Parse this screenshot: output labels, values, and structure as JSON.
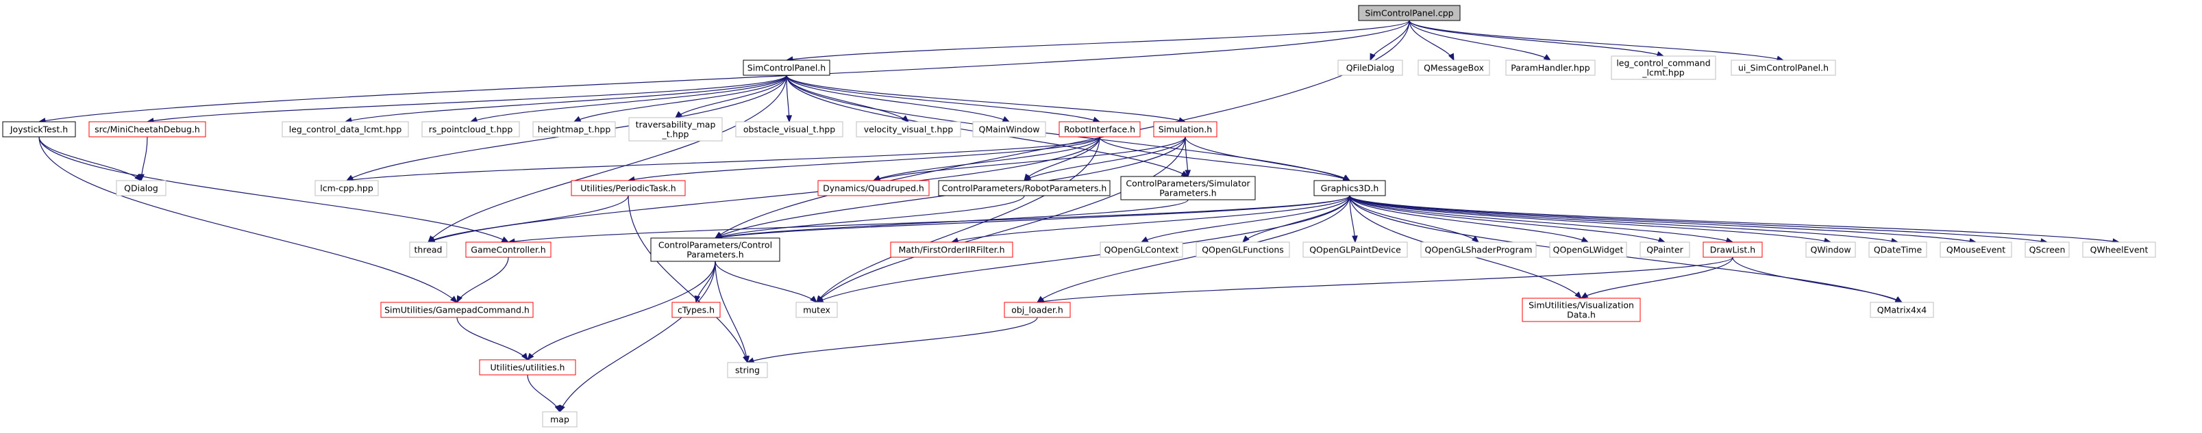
{
  "diagram": {
    "type": "include-dependency-graph",
    "nodes": [
      {
        "id": "simcontrolpanel_cpp",
        "lines": [
          "SimControlPanel.cpp"
        ],
        "style": "root"
      },
      {
        "id": "joysticktest_h",
        "lines": [
          "JoystickTest.h"
        ],
        "style": "documented"
      },
      {
        "id": "simcontrolpanel_h",
        "lines": [
          "SimControlPanel.h"
        ],
        "style": "documented"
      },
      {
        "id": "qfiledialog",
        "lines": [
          "QFileDialog"
        ],
        "style": "external"
      },
      {
        "id": "qmessagebox",
        "lines": [
          "QMessageBox"
        ],
        "style": "external"
      },
      {
        "id": "paramhandler_hpp",
        "lines": [
          "ParamHandler.hpp"
        ],
        "style": "external"
      },
      {
        "id": "leg_control_command_lcmt_hpp",
        "lines": [
          "leg_control_command",
          "_lcmt.hpp"
        ],
        "style": "external"
      },
      {
        "id": "ui_simcontrolpanel_h",
        "lines": [
          "ui_SimControlPanel.h"
        ],
        "style": "external"
      },
      {
        "id": "minicheetahdebug_h",
        "lines": [
          "src/MiniCheetahDebug.h"
        ],
        "style": "truncated"
      },
      {
        "id": "leg_control_data_lcmt_hpp",
        "lines": [
          "leg_control_data_lcmt.hpp"
        ],
        "style": "external"
      },
      {
        "id": "rs_pointcloud_t_hpp",
        "lines": [
          "rs_pointcloud_t.hpp"
        ],
        "style": "external"
      },
      {
        "id": "heightmap_t_hpp",
        "lines": [
          "heightmap_t.hpp"
        ],
        "style": "external"
      },
      {
        "id": "traversability_map_t_hpp",
        "lines": [
          "traversability_map",
          "_t.hpp"
        ],
        "style": "external"
      },
      {
        "id": "obstacle_visual_t_hpp",
        "lines": [
          "obstacle_visual_t.hpp"
        ],
        "style": "external"
      },
      {
        "id": "velocity_visual_t_hpp",
        "lines": [
          "velocity_visual_t.hpp"
        ],
        "style": "external"
      },
      {
        "id": "qmainwindow",
        "lines": [
          "QMainWindow"
        ],
        "style": "external"
      },
      {
        "id": "robotinterface_h",
        "lines": [
          "RobotInterface.h"
        ],
        "style": "truncated"
      },
      {
        "id": "simulation_h",
        "lines": [
          "Simulation.h"
        ],
        "style": "truncated"
      },
      {
        "id": "qdialog",
        "lines": [
          "QDialog"
        ],
        "style": "external"
      },
      {
        "id": "lcm_cpp_hpp",
        "lines": [
          "lcm-cpp.hpp"
        ],
        "style": "external"
      },
      {
        "id": "periodictask_h",
        "lines": [
          "Utilities/PeriodicTask.h"
        ],
        "style": "truncated"
      },
      {
        "id": "quadruped_h",
        "lines": [
          "Dynamics/Quadruped.h"
        ],
        "style": "truncated"
      },
      {
        "id": "robotparameters_h",
        "lines": [
          "ControlParameters/RobotParameters.h"
        ],
        "style": "documented"
      },
      {
        "id": "simulatorparameters_h",
        "lines": [
          "ControlParameters/Simulator",
          "Parameters.h"
        ],
        "style": "documented"
      },
      {
        "id": "graphics3d_h",
        "lines": [
          "Graphics3D.h"
        ],
        "style": "documented"
      },
      {
        "id": "thread",
        "lines": [
          "thread"
        ],
        "style": "external"
      },
      {
        "id": "gamecontroller_h",
        "lines": [
          "GameController.h"
        ],
        "style": "truncated"
      },
      {
        "id": "controlparameters_h",
        "lines": [
          "ControlParameters/Control",
          "Parameters.h"
        ],
        "style": "documented"
      },
      {
        "id": "firstorderiirfilter_h",
        "lines": [
          "Math/FirstOrderIIRFilter.h"
        ],
        "style": "truncated"
      },
      {
        "id": "qopenglcontext",
        "lines": [
          "QOpenGLContext"
        ],
        "style": "external"
      },
      {
        "id": "qopenglfunctions",
        "lines": [
          "QOpenGLFunctions"
        ],
        "style": "external"
      },
      {
        "id": "qopenglpaintdevice",
        "lines": [
          "QOpenGLPaintDevice"
        ],
        "style": "external"
      },
      {
        "id": "qopenglshaderprogram",
        "lines": [
          "QOpenGLShaderProgram"
        ],
        "style": "external"
      },
      {
        "id": "qopenglwidget",
        "lines": [
          "QOpenGLWidget"
        ],
        "style": "external"
      },
      {
        "id": "qpainter",
        "lines": [
          "QPainter"
        ],
        "style": "external"
      },
      {
        "id": "drawlist_h",
        "lines": [
          "DrawList.h"
        ],
        "style": "truncated"
      },
      {
        "id": "qwindow",
        "lines": [
          "QWindow"
        ],
        "style": "external"
      },
      {
        "id": "qdatetime",
        "lines": [
          "QDateTime"
        ],
        "style": "external"
      },
      {
        "id": "qmouseevent",
        "lines": [
          "QMouseEvent"
        ],
        "style": "external"
      },
      {
        "id": "qscreen",
        "lines": [
          "QScreen"
        ],
        "style": "external"
      },
      {
        "id": "qwheelevent",
        "lines": [
          "QWheelEvent"
        ],
        "style": "external"
      },
      {
        "id": "gamepadcommand_h",
        "lines": [
          "SimUtilities/GamepadCommand.h"
        ],
        "style": "truncated"
      },
      {
        "id": "ctypes_h",
        "lines": [
          "cTypes.h"
        ],
        "style": "truncated"
      },
      {
        "id": "mutex",
        "lines": [
          "mutex"
        ],
        "style": "external"
      },
      {
        "id": "obj_loader_h",
        "lines": [
          "obj_loader.h"
        ],
        "style": "truncated"
      },
      {
        "id": "visualizationdata_h",
        "lines": [
          "SimUtilities/Visualization",
          "Data.h"
        ],
        "style": "truncated"
      },
      {
        "id": "qmatrix4x4",
        "lines": [
          "QMatrix4x4"
        ],
        "style": "external"
      },
      {
        "id": "utilities_h",
        "lines": [
          "Utilities/utilities.h"
        ],
        "style": "truncated"
      },
      {
        "id": "string",
        "lines": [
          "string"
        ],
        "style": "external"
      },
      {
        "id": "map",
        "lines": [
          "map"
        ],
        "style": "external"
      }
    ],
    "edges": [
      [
        "simcontrolpanel_cpp",
        "joysticktest_h"
      ],
      [
        "simcontrolpanel_cpp",
        "simcontrolpanel_h"
      ],
      [
        "simcontrolpanel_cpp",
        "qfiledialog"
      ],
      [
        "simcontrolpanel_cpp",
        "qmessagebox"
      ],
      [
        "simcontrolpanel_cpp",
        "paramhandler_hpp"
      ],
      [
        "simcontrolpanel_cpp",
        "leg_control_command_lcmt_hpp"
      ],
      [
        "simcontrolpanel_cpp",
        "ui_simcontrolpanel_h"
      ],
      [
        "simcontrolpanel_cpp",
        "controlparameters_h"
      ],
      [
        "joysticktest_h",
        "qdialog"
      ],
      [
        "joysticktest_h",
        "gamecontroller_h"
      ],
      [
        "joysticktest_h",
        "gamepadcommand_h"
      ],
      [
        "simcontrolpanel_h",
        "minicheetahdebug_h"
      ],
      [
        "simcontrolpanel_h",
        "leg_control_data_lcmt_hpp"
      ],
      [
        "simcontrolpanel_h",
        "rs_pointcloud_t_hpp"
      ],
      [
        "simcontrolpanel_h",
        "heightmap_t_hpp"
      ],
      [
        "simcontrolpanel_h",
        "traversability_map_t_hpp"
      ],
      [
        "simcontrolpanel_h",
        "obstacle_visual_t_hpp"
      ],
      [
        "simcontrolpanel_h",
        "velocity_visual_t_hpp"
      ],
      [
        "simcontrolpanel_h",
        "qmainwindow"
      ],
      [
        "simcontrolpanel_h",
        "robotinterface_h"
      ],
      [
        "simcontrolpanel_h",
        "simulation_h"
      ],
      [
        "simcontrolpanel_h",
        "graphics3d_h"
      ],
      [
        "simcontrolpanel_h",
        "simulatorparameters_h"
      ],
      [
        "simcontrolpanel_h",
        "lcm_cpp_hpp"
      ],
      [
        "simcontrolpanel_h",
        "thread"
      ],
      [
        "minicheetahdebug_h",
        "qdialog"
      ],
      [
        "robotinterface_h",
        "lcm_cpp_hpp"
      ],
      [
        "robotinterface_h",
        "periodictask_h"
      ],
      [
        "robotinterface_h",
        "quadruped_h"
      ],
      [
        "robotinterface_h",
        "robotparameters_h"
      ],
      [
        "robotinterface_h",
        "graphics3d_h"
      ],
      [
        "robotinterface_h",
        "thread"
      ],
      [
        "robotinterface_h",
        "mutex"
      ],
      [
        "simulation_h",
        "quadruped_h"
      ],
      [
        "simulation_h",
        "robotparameters_h"
      ],
      [
        "simulation_h",
        "simulatorparameters_h"
      ],
      [
        "simulation_h",
        "graphics3d_h"
      ],
      [
        "simulation_h",
        "controlparameters_h"
      ],
      [
        "simulation_h",
        "mutex"
      ],
      [
        "periodictask_h",
        "thread"
      ],
      [
        "periodictask_h",
        "string"
      ],
      [
        "robotparameters_h",
        "controlparameters_h"
      ],
      [
        "simulatorparameters_h",
        "controlparameters_h"
      ],
      [
        "graphics3d_h",
        "gamecontroller_h"
      ],
      [
        "graphics3d_h",
        "controlparameters_h"
      ],
      [
        "graphics3d_h",
        "firstorderiirfilter_h"
      ],
      [
        "graphics3d_h",
        "qopenglcontext"
      ],
      [
        "graphics3d_h",
        "qopenglfunctions"
      ],
      [
        "graphics3d_h",
        "qopenglpaintdevice"
      ],
      [
        "graphics3d_h",
        "qopenglshaderprogram"
      ],
      [
        "graphics3d_h",
        "qopenglwidget"
      ],
      [
        "graphics3d_h",
        "qpainter"
      ],
      [
        "graphics3d_h",
        "drawlist_h"
      ],
      [
        "graphics3d_h",
        "qwindow"
      ],
      [
        "graphics3d_h",
        "qdatetime"
      ],
      [
        "graphics3d_h",
        "qmouseevent"
      ],
      [
        "graphics3d_h",
        "qscreen"
      ],
      [
        "graphics3d_h",
        "qwheelevent"
      ],
      [
        "graphics3d_h",
        "mutex"
      ],
      [
        "graphics3d_h",
        "obj_loader_h"
      ],
      [
        "graphics3d_h",
        "visualizationdata_h"
      ],
      [
        "graphics3d_h",
        "qmatrix4x4"
      ],
      [
        "gamecontroller_h",
        "gamepadcommand_h"
      ],
      [
        "controlparameters_h",
        "ctypes_h"
      ],
      [
        "controlparameters_h",
        "mutex"
      ],
      [
        "controlparameters_h",
        "string"
      ],
      [
        "controlparameters_h",
        "utilities_h"
      ],
      [
        "controlparameters_h",
        "map"
      ],
      [
        "gamepadcommand_h",
        "utilities_h"
      ],
      [
        "utilities_h",
        "map"
      ],
      [
        "drawlist_h",
        "obj_loader_h"
      ],
      [
        "drawlist_h",
        "visualizationdata_h"
      ],
      [
        "drawlist_h",
        "qmatrix4x4"
      ],
      [
        "obj_loader_h",
        "string"
      ]
    ]
  },
  "colors": {
    "edge": "#191970",
    "root_fill": "#bfbfbf",
    "root_border": "#000000",
    "documented_border": "#000000",
    "truncated_border": "#ff0000",
    "external_border": "#bfbfbf",
    "node_fill": "#ffffff",
    "text": "#000000"
  }
}
